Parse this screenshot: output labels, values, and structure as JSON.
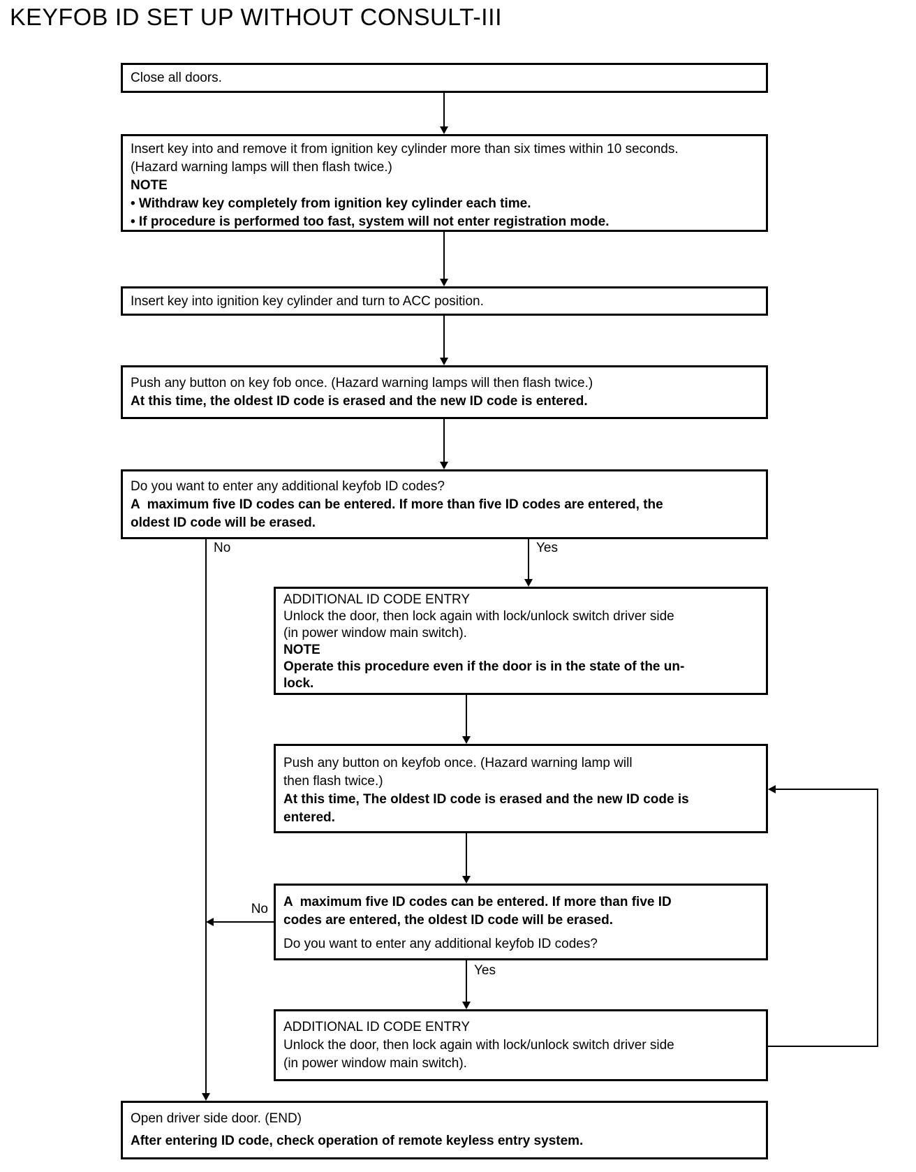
{
  "title": "KEYFOB ID SET UP WITHOUT CONSULT-III",
  "colors": {
    "background": "#ffffff",
    "line": "#000000",
    "text": "#000000"
  },
  "flowchart": {
    "branch_labels": {
      "no_1": "No",
      "yes_1": "Yes",
      "no_2": "No",
      "yes_2": "Yes"
    },
    "boxes": {
      "close_doors": {
        "lines": [
          "Close all doors."
        ]
      },
      "insert_remove_key": {
        "lines": [
          "Insert key into and remove it from ignition key cylinder more than six times within 10 seconds.",
          "(Hazard warning lamps will then flash twice.)",
          "NOTE",
          "• Withdraw key completely from ignition key cylinder each time.",
          "• If procedure is performed too fast, system will not enter registration mode."
        ]
      },
      "key_to_acc": {
        "lines": [
          "Insert key into ignition key cylinder and turn to ACC position."
        ]
      },
      "push_button_once": {
        "lines": [
          "Push any button on key fob once. (Hazard warning lamps will then flash twice.)",
          "At this time, the oldest ID code is erased and the new ID code is entered."
        ]
      },
      "additional_codes_question": {
        "lines": [
          "Do you want to enter any additional keyfob ID codes?",
          "A  maximum five ID codes can be entered. If more than five ID codes are entered, the",
          "oldest ID code will be erased."
        ]
      },
      "additional_id_code_entry_1": {
        "lines": [
          "ADDITIONAL ID CODE ENTRY",
          "Unlock the door, then lock again with lock/unlock switch driver side",
          "(in power window main switch).",
          "NOTE",
          "Operate this procedure even if the door is in the state of the un-",
          "lock."
        ]
      },
      "push_button_keyfob_2": {
        "lines": [
          "Push any button on keyfob once. (Hazard warning lamp will",
          "then flash twice.)",
          "At this time, The oldest ID code is erased and the new ID code is",
          "entered."
        ]
      },
      "additional_codes_question_2": {
        "lines": [
          "A  maximum five ID codes can be entered. If more than five ID",
          "codes are entered, the oldest ID code will be erased.",
          "Do you want to enter any additional keyfob ID codes?"
        ]
      },
      "additional_id_code_entry_2": {
        "lines": [
          "ADDITIONAL ID CODE ENTRY",
          "Unlock the door, then lock again with lock/unlock switch driver side",
          "(in power window main switch)."
        ]
      },
      "open_door_end": {
        "lines": [
          "Open driver side door. (END)",
          "After entering ID code, check operation of remote keyless entry system."
        ]
      }
    }
  }
}
